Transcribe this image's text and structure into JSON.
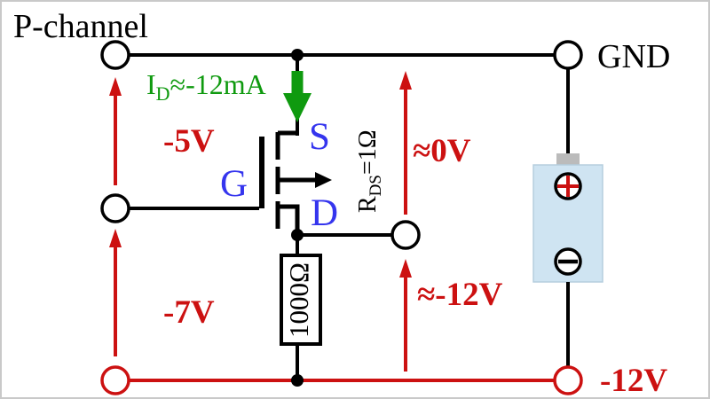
{
  "title": "P-channel",
  "colors": {
    "black": "#000000",
    "red": "#cc1111",
    "green": "#0f9a0f",
    "blue": "#3535ee",
    "battery_fill": "#cfe4f2",
    "battery_nub": "#bbbbbb"
  },
  "top": {
    "gnd_label": "GND"
  },
  "current_label": {
    "symbol": "I",
    "subscript": "D",
    "value": "≈-12mA"
  },
  "voltages": {
    "gate_input": "-5V",
    "supply_input": "-7V",
    "source_node": "≈0V",
    "drain_node": "≈-12V",
    "negative_rail": "-12V"
  },
  "mosfet": {
    "gate_label": "G",
    "source_label": "S",
    "drain_label": "D",
    "rds": {
      "symbol": "R",
      "subscript": "DS",
      "value": "=1Ω"
    }
  },
  "resistor": {
    "value": "1000Ω"
  }
}
